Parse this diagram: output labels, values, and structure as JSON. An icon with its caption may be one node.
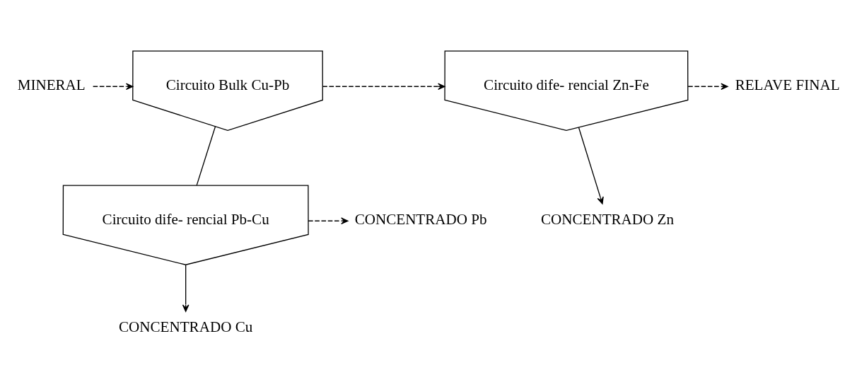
{
  "diagram": {
    "nodes": [
      {
        "text": [
          "MINERAL"
        ]
      },
      {
        "text": [
          "Circuito Bulk Cu-Pb"
        ]
      },
      {
        "text": [
          "Circuito dife- rencial Zn-Fe"
        ]
      },
      {
        "text": [
          "RELAVE FINAL"
        ]
      },
      {
        "text": [
          "CONCENTRADO Zn"
        ]
      },
      {
        "text": [
          "Circuito dife- rencial Pb-Cu"
        ]
      },
      {
        "text": [
          "CONCENTRADO Pb"
        ]
      },
      {
        "text": [
          "CONCENTRADO Cu"
        ]
      }
    ],
    "edges": [
      {
        "from": 0,
        "to": 1,
        "arrow": "to",
        "style": "dashed"
      },
      {
        "from": 1,
        "to": 2,
        "arrow": "to",
        "style": "dashed"
      },
      {
        "from": 2,
        "to": 3,
        "arrow": "to",
        "style": "dashed"
      },
      {
        "from": 2,
        "to": 4,
        "arrow": "to"
      },
      {
        "from": 1,
        "to": 5,
        "arrow": "none"
      },
      {
        "from": 5,
        "to": 6,
        "arrow": "to",
        "style": "dashed"
      },
      {
        "from": 5,
        "to": 7,
        "arrow": "to"
      }
    ]
  }
}
